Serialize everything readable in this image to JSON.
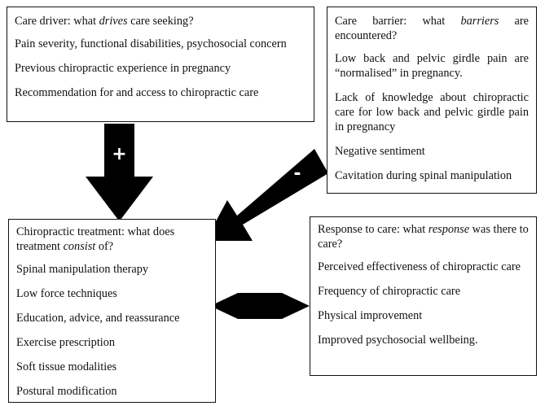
{
  "drivers": {
    "title_pre": "Care driver: what ",
    "title_em": "drives",
    "title_post": " care seeking?",
    "items": [
      "Pain severity, functional disabilities, psychosocial concern",
      "Previous chiropractic experience in pregnancy",
      "Recommendation for and access to chiropractic care"
    ]
  },
  "barriers": {
    "title_pre": "Care barrier: what ",
    "title_em": "barriers",
    "title_post": " are encountered?",
    "items": [
      "Low back and pelvic girdle pain are “normalised” in pregnancy.",
      "Lack of knowledge about chiropractic care for low back and pelvic girdle pain in pregnancy",
      "Negative sentiment",
      "Cavitation during spinal manipulation"
    ]
  },
  "treatment": {
    "title_pre": "Chiropractic treatment: what does treatment ",
    "title_em": "consist",
    "title_post": " of?",
    "items": [
      "Spinal manipulation therapy",
      "Low force techniques",
      "Education, advice, and reassurance",
      "Exercise prescription",
      "Soft tissue modalities",
      "Postural modification"
    ]
  },
  "response": {
    "title_pre": "Response to care: what ",
    "title_em": "response",
    "title_post": " was there to care?",
    "items": [
      "Perceived effectiveness of chiropractic care",
      "Frequency of chiropractic care",
      "Physical improvement",
      "Improved psychosocial wellbeing."
    ]
  },
  "arrows": {
    "plus_sign": "+",
    "minus_sign": "-"
  }
}
